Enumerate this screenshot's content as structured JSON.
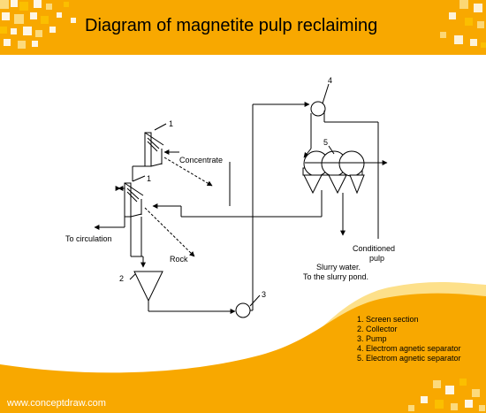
{
  "header": {
    "title": "Diagram of magnetite pulp reclaiming"
  },
  "diagram": {
    "labels": {
      "concentrate": "Concentrate",
      "to_circulation": "To circulation",
      "rock": "Rock",
      "conditioned_pulp_line1": "Conditioned",
      "conditioned_pulp_line2": "pulp",
      "slurry_water_line1": "Slurry water.",
      "slurry_water_line2": "To the slurry pond."
    },
    "callouts": {
      "screen_top": "1",
      "screen_bottom": "1",
      "collector": "2",
      "pump": "3",
      "pump_top": "4",
      "separator": "5"
    }
  },
  "legend": {
    "items": [
      "1. Screen section",
      "2. Collector",
      "3. Pump",
      "4. Electrom agnetic separator",
      "5. Electrom agnetic separator"
    ]
  },
  "footer": {
    "url": "www.conceptdraw.com"
  },
  "colors": {
    "accent_orange": "#f8a800",
    "light_orange": "#fcc200",
    "pale_yellow": "#fde08a",
    "line": "#000000"
  }
}
